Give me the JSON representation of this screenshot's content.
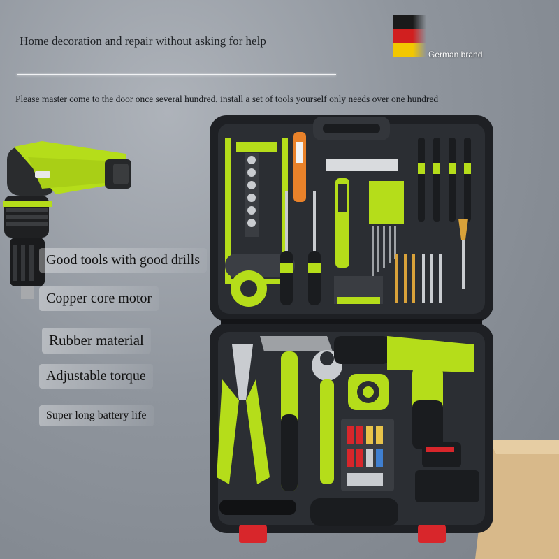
{
  "header": {
    "headline": "Home decoration and repair without asking for help",
    "subline": "Please master come to the door once several hundred, install a set of tools yourself only needs over one hundred"
  },
  "badge": {
    "label": "German brand",
    "flag_colors": [
      "#1a1a1a",
      "#d11f1f",
      "#f2c700"
    ]
  },
  "features": [
    "Good tools with good drills",
    "Copper core motor",
    "Rubber material",
    "Adjustable torque",
    "Super long battery life"
  ],
  "colors": {
    "accent_green": "#b5dd1a",
    "case_black": "#1e2024",
    "latch_red": "#d8262b"
  },
  "icons": [
    "cordless-drill",
    "tool-case",
    "hacksaw",
    "hammer",
    "pliers",
    "adjustable-wrench",
    "tape-measure",
    "flashlight",
    "screwdriver",
    "hex-key-set",
    "drill-bit-set",
    "charger"
  ]
}
